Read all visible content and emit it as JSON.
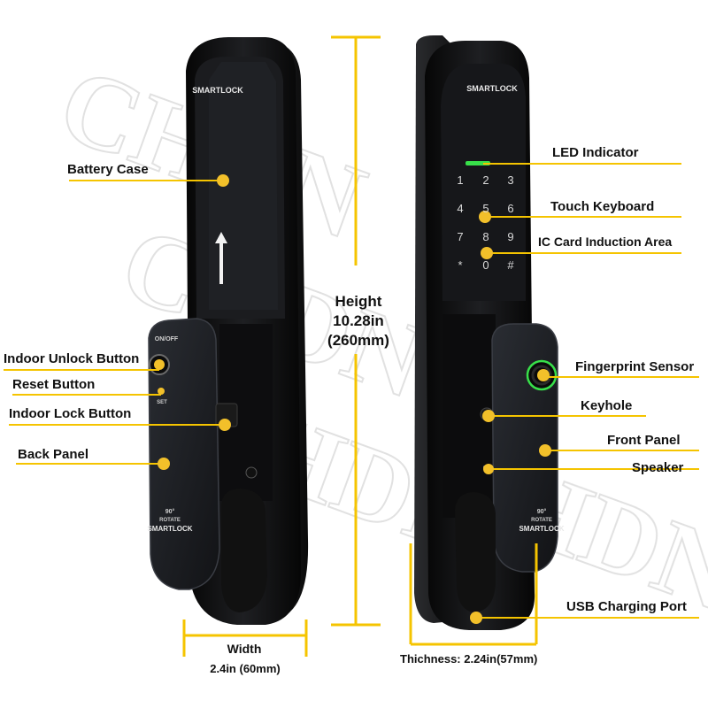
{
  "brand": "SMARTLOCK",
  "back_lock": {
    "on_off": "ON/OFF",
    "set": "SET",
    "rotate_deg": "90°",
    "rotate_text": "ROTATE",
    "brand": "SMARTLOCK"
  },
  "front_lock": {
    "keypad": [
      "1",
      "2",
      "3",
      "4",
      "5",
      "6",
      "7",
      "8",
      "9",
      "*",
      "0",
      "#"
    ],
    "rotate_deg": "90°",
    "rotate_text": "ROTATE",
    "brand": "SMARTLOCK"
  },
  "labels": {
    "battery_case": "Battery Case",
    "indoor_unlock": "Indoor Unlock Button",
    "reset": "Reset Button",
    "indoor_lock": "Indoor Lock Button",
    "back_panel": "Back Panel",
    "led": "LED Indicator",
    "touch_keyboard": "Touch Keyboard",
    "ic_card": "IC Card Induction Area",
    "fingerprint": "Fingerprint Sensor",
    "keyhole": "Keyhole",
    "front_panel": "Front Panel",
    "speaker": "Speaker",
    "usb": "USB Charging Port"
  },
  "dimensions": {
    "height_title": "Height",
    "height_in": "10.28in",
    "height_mm": "(260mm)",
    "width_title": "Width",
    "width_value": "2.4in (60mm)",
    "thickness": "Thichness: 2.24in(57mm)"
  },
  "colors": {
    "accent": "#f5c400",
    "dot": "#f2c02a",
    "body": "#101010",
    "panel": "#1d1f23",
    "led": "#38e04a"
  }
}
